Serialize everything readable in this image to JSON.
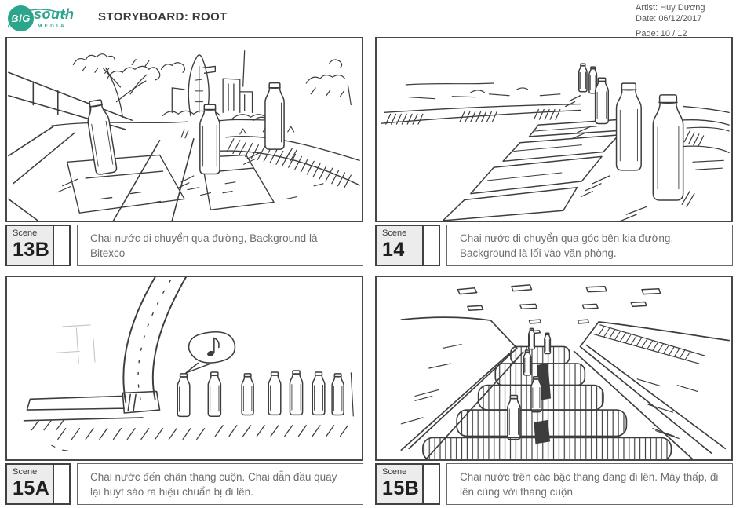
{
  "header": {
    "title": "STORYBOARD: ROOT",
    "artist": "Artist: Huy Dương",
    "date": "Date: 06/12/2017",
    "page": "Page: 10 / 12",
    "logo": {
      "big": "BiG",
      "south": "south",
      "media": "MEDIA"
    }
  },
  "colors": {
    "brand_teal": "#2ca58d",
    "ink": "#3d3d3d",
    "scene_box_bg": "#ececec",
    "desc_text": "#6e6e6e"
  },
  "panels": [
    {
      "scene_label": "Scene",
      "scene_number": "13B",
      "description": "Chai nước di chuyển qua đường, Background là Bitexco",
      "sketch_icon": "street-crossing-bitexco-sketch"
    },
    {
      "scene_label": "Scene",
      "scene_number": "14",
      "description": "Chai nước di chuyển qua góc bên kia đường. Background là lối vào văn phòng.",
      "sketch_icon": "street-corner-bottles-sketch"
    },
    {
      "scene_label": "Scene",
      "scene_number": "15A",
      "description": "Chai nước đến chân thang cuộn. Chai dẫn đầu quay lại huýt sáo ra hiệu chuẩn bị đi lên.",
      "sketch_icon": "escalator-base-whistle-sketch"
    },
    {
      "scene_label": "Scene",
      "scene_number": "15B",
      "description": "Chai nước trên các bậc thang đang đi lên. Máy thấp, đi lên cùng với thang cuộn",
      "sketch_icon": "escalator-ascent-sketch"
    }
  ]
}
